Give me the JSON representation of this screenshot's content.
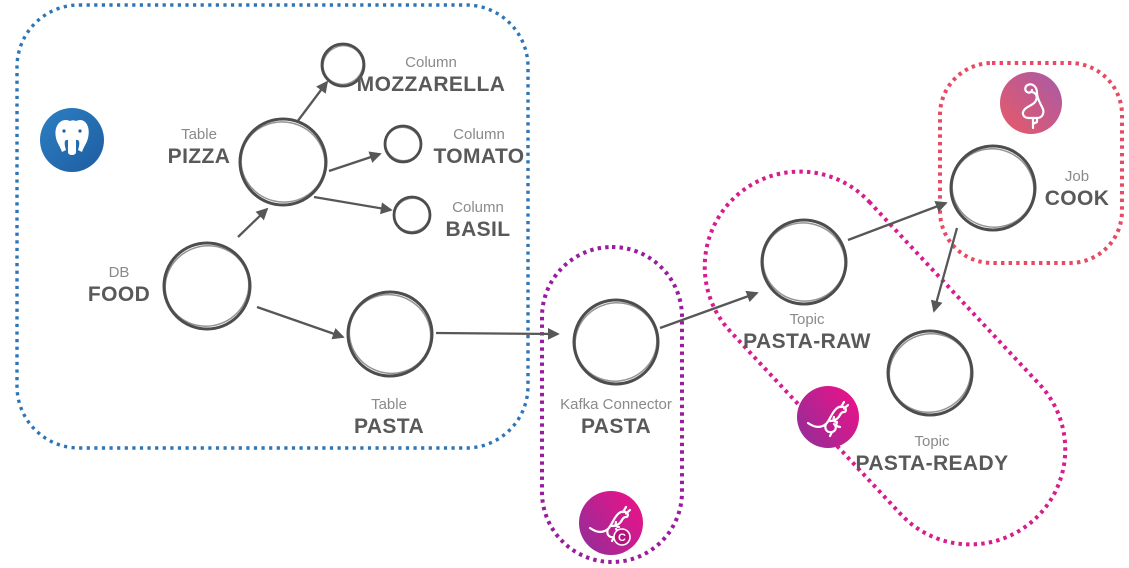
{
  "diagram": {
    "kind": "data-pipeline-sketch",
    "background": "#ffffff",
    "groups": {
      "postgres_db": {
        "outline_color": "#2e75b5",
        "icon": "postgresql-elephant-icon"
      },
      "kafka_connector": {
        "outline_color": "#9a1c9e",
        "icon": "kafka-connect-kangaroo-icon"
      },
      "kafka_topics": {
        "outline_color": "#d81b8e",
        "icon": "kafka-kangaroo-icon"
      },
      "flink_job": {
        "outline_color": "#e84a63",
        "icon": "flamingo-icon"
      }
    },
    "nodes": {
      "food": {
        "type": "DB",
        "name": "FOOD"
      },
      "pizza": {
        "type": "Table",
        "name": "PIZZA"
      },
      "mozzarella": {
        "type": "Column",
        "name": "MOZZARELLA"
      },
      "tomato": {
        "type": "Column",
        "name": "TOMATO"
      },
      "basil": {
        "type": "Column",
        "name": "BASIL"
      },
      "pasta_table": {
        "type": "Table",
        "name": "PASTA"
      },
      "pasta_connector": {
        "type": "Kafka Connector",
        "name": "PASTA"
      },
      "pasta_raw": {
        "type": "Topic",
        "name": "PASTA-RAW"
      },
      "pasta_ready": {
        "type": "Topic",
        "name": "PASTA-READY"
      },
      "cook": {
        "type": "Job",
        "name": "COOK"
      }
    },
    "edges": [
      {
        "from": "FOOD",
        "to": "PIZZA"
      },
      {
        "from": "PIZZA",
        "to": "MOZZARELLA"
      },
      {
        "from": "PIZZA",
        "to": "TOMATO"
      },
      {
        "from": "PIZZA",
        "to": "BASIL"
      },
      {
        "from": "FOOD",
        "to": "PASTA"
      },
      {
        "from": "PASTA",
        "to": "PASTA (Kafka Connector)"
      },
      {
        "from": "PASTA (Kafka Connector)",
        "to": "PASTA-RAW"
      },
      {
        "from": "PASTA-RAW",
        "to": "COOK"
      },
      {
        "from": "COOK",
        "to": "PASTA-READY"
      }
    ],
    "icons": {
      "postgresql": {
        "name": "postgresql-elephant-icon",
        "bg": [
          "#2e7fc4",
          "#1d5da0"
        ]
      },
      "kafka_connect": {
        "name": "kafka-connect-kangaroo-icon",
        "badge": "C",
        "bg": [
          "#942d97",
          "#ec1289"
        ]
      },
      "kafka": {
        "name": "kafka-kangaroo-icon",
        "bg": [
          "#942d97",
          "#ec1289"
        ]
      },
      "flink": {
        "name": "flamingo-icon",
        "bg": [
          "#e85a67",
          "#a85aa8"
        ]
      }
    },
    "style": {
      "node_stroke": "#4d4d4d",
      "arrow_color": "#575757",
      "label_type_color": "#8a8a8a",
      "label_name_color": "#595959"
    }
  }
}
